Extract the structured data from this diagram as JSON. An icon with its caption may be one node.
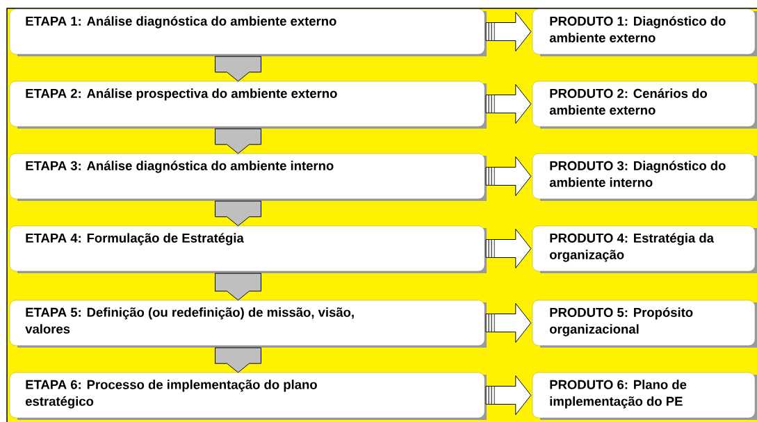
{
  "diagram": {
    "nodes": [
      {
        "text": [
          "ETAPA 1: Análise diagnóstica do ambiente externo"
        ]
      },
      {
        "text": [
          "PRODUTO 1: Diagnóstico do ambiente externo"
        ]
      },
      {
        "text": [
          "ETAPA 2: Análise prospectiva do ambiente externo"
        ]
      },
      {
        "text": [
          "PRODUTO 2: Cenários do ambiente externo"
        ]
      },
      {
        "text": [
          "ETAPA 3: Análise diagnóstica do ambiente interno"
        ]
      },
      {
        "text": [
          "PRODUTO 3: Diagnóstico do ambiente interno"
        ]
      },
      {
        "text": [
          "ETAPA 4: Formulação de Estratégia"
        ]
      },
      {
        "text": [
          "PRODUTO 4: Estratégia da organização"
        ]
      },
      {
        "text": [
          "ETAPA 5: Definição (ou redefinição) de missão, visão, valores"
        ]
      },
      {
        "text": [
          "PRODUTO 5: Propósito organizacional"
        ]
      },
      {
        "text": [
          "ETAPA 6: Processo de implementação do plano estratégico"
        ]
      },
      {
        "text": [
          "PRODUTO 6: Plano de implementação do PE"
        ]
      }
    ],
    "edges": [
      {
        "from": 0,
        "to": 1,
        "arrow": "to"
      },
      {
        "from": 0,
        "to": 2,
        "arrow": "to"
      },
      {
        "from": 2,
        "to": 3,
        "arrow": "to"
      },
      {
        "from": 2,
        "to": 4,
        "arrow": "to"
      },
      {
        "from": 4,
        "to": 5,
        "arrow": "to"
      },
      {
        "from": 4,
        "to": 6,
        "arrow": "to"
      },
      {
        "from": 6,
        "to": 7,
        "arrow": "to"
      },
      {
        "from": 6,
        "to": 8,
        "arrow": "to"
      },
      {
        "from": 8,
        "to": 9,
        "arrow": "to"
      },
      {
        "from": 8,
        "to": 10,
        "arrow": "to"
      },
      {
        "from": 10,
        "to": 11,
        "arrow": "to"
      }
    ]
  }
}
